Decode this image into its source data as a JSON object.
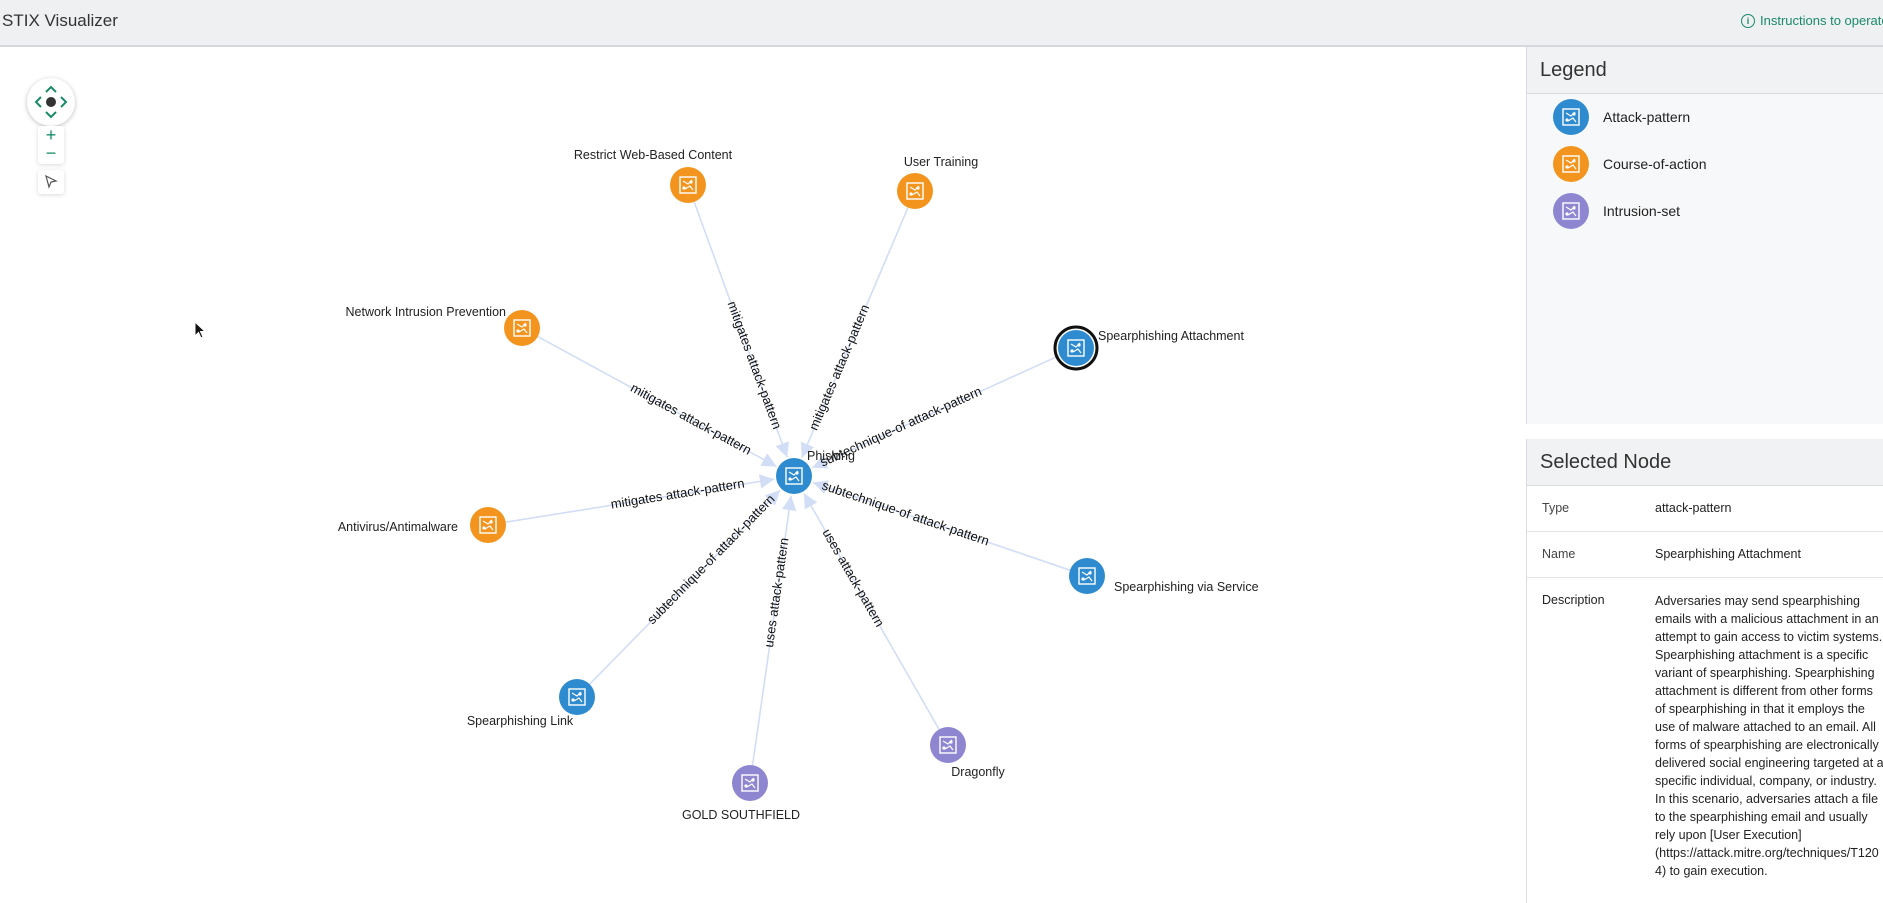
{
  "app": {
    "title": "STIX Visualizer",
    "instructions": "Instructions to operate"
  },
  "colors": {
    "attack_pattern": "#2e8bcf",
    "course_of_action": "#f3941e",
    "intrusion_set": "#8f86d2",
    "accent": "#1a8a6a"
  },
  "legend": {
    "title": "Legend",
    "items": [
      {
        "label": "Attack-pattern",
        "type": "attack-pattern"
      },
      {
        "label": "Course-of-action",
        "type": "course-of-action"
      },
      {
        "label": "Intrusion-set",
        "type": "intrusion-set"
      }
    ]
  },
  "selected_node": {
    "title": "Selected Node",
    "type_label": "Type",
    "type_value": "attack-pattern",
    "name_label": "Name",
    "name_value": "Spearphishing Attachment",
    "description_label": "Description",
    "description_value": "Adversaries may send spearphishing emails with a malicious attachment in an attempt to gain access to victim systems. Spearphishing attachment is a specific variant of spearphishing. Spearphishing attachment is different from other forms of spearphishing in that it employs the use of malware attached to an email. All forms of spearphishing are electronically delivered social engineering targeted at a specific individual, company, or industry. In this scenario, adversaries attach a file to the spearphishing email and usually rely upon [User Execution](https://attack.mitre.org/techniques/T1204) to gain execution."
  },
  "graph": {
    "nodes": [
      {
        "id": "phishing",
        "label": "Phishing",
        "type": "attack-pattern"
      },
      {
        "id": "restrict",
        "label": "Restrict Web-Based Content",
        "type": "course-of-action"
      },
      {
        "id": "training",
        "label": "User Training",
        "type": "course-of-action"
      },
      {
        "id": "nip",
        "label": "Network Intrusion Prevention",
        "type": "course-of-action"
      },
      {
        "id": "spear_att",
        "label": "Spearphishing Attachment",
        "type": "attack-pattern",
        "selected": true
      },
      {
        "id": "av",
        "label": "Antivirus/Antimalware",
        "type": "course-of-action"
      },
      {
        "id": "spear_svc",
        "label": "Spearphishing via Service",
        "type": "attack-pattern"
      },
      {
        "id": "spear_link",
        "label": "Spearphishing Link",
        "type": "attack-pattern"
      },
      {
        "id": "gold",
        "label": "GOLD SOUTHFIELD",
        "type": "intrusion-set"
      },
      {
        "id": "dragonfly",
        "label": "Dragonfly",
        "type": "intrusion-set"
      }
    ],
    "edges": [
      {
        "from": "restrict",
        "to": "phishing",
        "label": "mitigates attack-pattern"
      },
      {
        "from": "training",
        "to": "phishing",
        "label": "mitigates attack-pattern"
      },
      {
        "from": "nip",
        "to": "phishing",
        "label": "mitigates attack-pattern"
      },
      {
        "from": "spear_att",
        "to": "phishing",
        "label": "subtechnique-of attack-pattern"
      },
      {
        "from": "av",
        "to": "phishing",
        "label": "mitigates attack-pattern"
      },
      {
        "from": "spear_svc",
        "to": "phishing",
        "label": "subtechnique-of attack-pattern"
      },
      {
        "from": "spear_link",
        "to": "phishing",
        "label": "subtechnique-of attack-pattern"
      },
      {
        "from": "gold",
        "to": "phishing",
        "label": "uses attack-pattern"
      },
      {
        "from": "dragonfly",
        "to": "phishing",
        "label": "uses attack-pattern"
      }
    ]
  },
  "controls": {
    "zoom_in": "+",
    "zoom_out": "−"
  }
}
